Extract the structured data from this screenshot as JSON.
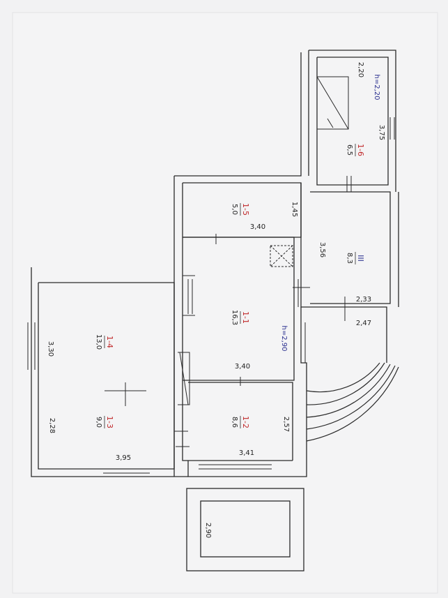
{
  "plan": {
    "paper_color": "#f4f4f5",
    "wall_color": "#2a2a2a",
    "id_color": "#c0282a",
    "note_color": "#2a2f8f",
    "rooms": [
      {
        "id": "1-1",
        "area": "16,3"
      },
      {
        "id": "1-2",
        "area": "8,6"
      },
      {
        "id": "1-3",
        "area": "9,0"
      },
      {
        "id": "1-4",
        "area": "13,0"
      },
      {
        "id": "1-5",
        "area": "5,0"
      },
      {
        "id": "1-6",
        "area": "6,5"
      },
      {
        "id": "III",
        "area": "8,3"
      }
    ],
    "dimensions": {
      "d_220": "2,20",
      "d_375": "3,75",
      "d_145": "1,45",
      "d_340a": "3,40",
      "d_356": "3,56",
      "d_233": "2,33",
      "d_247": "2,47",
      "d_330": "3,30",
      "d_340b": "3,40",
      "d_257": "2,57",
      "d_341": "3,41",
      "d_228": "2,28",
      "d_395": "3,95",
      "d_290": "2,90"
    },
    "height_notes": {
      "h1": "h=2,20",
      "h2": "h=2,90"
    }
  }
}
